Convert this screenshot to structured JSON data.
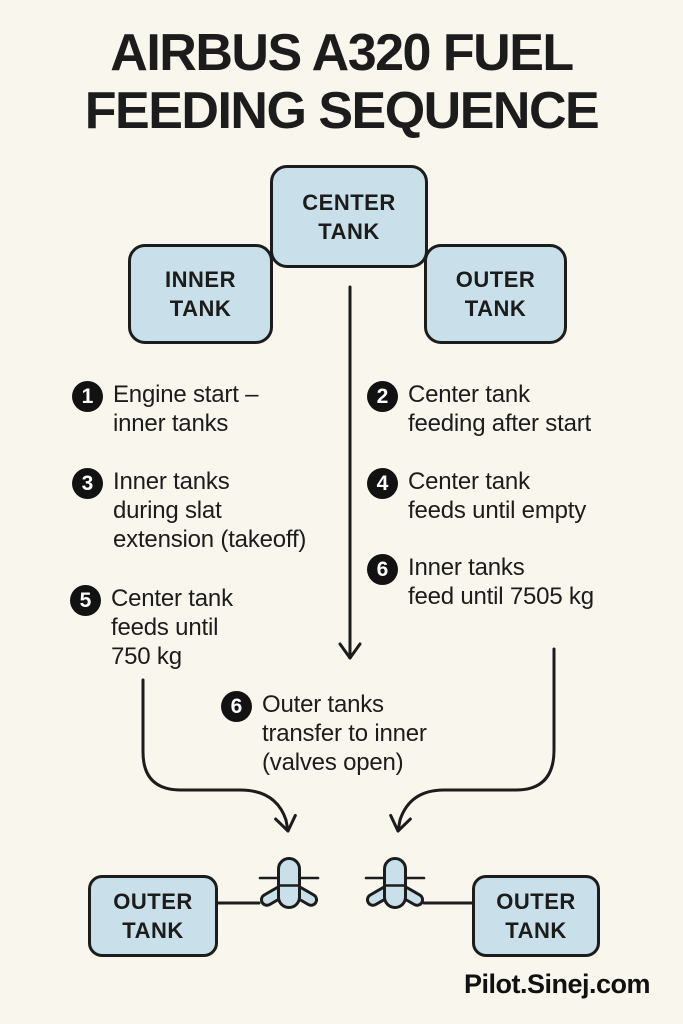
{
  "theme": {
    "bg": "#f9f6ee",
    "ink": "#1c1c1c",
    "tank_fill": "#c9e0ea",
    "badge_bg": "#121212",
    "badge_fg": "#ffffff"
  },
  "title": {
    "line1": "AIRBUS A320 FUEL",
    "line2": "FEEDING SEQUENCE"
  },
  "tanks": {
    "center": {
      "l1": "CENTER",
      "l2": "TANK"
    },
    "inner": {
      "l1": "INNER",
      "l2": "TANK"
    },
    "outer": {
      "l1": "OUTER",
      "l2": "TANK"
    },
    "bottom_left": {
      "l1": "OUTER",
      "l2": "TANK"
    },
    "bottom_right": {
      "l1": "OUTER",
      "l2": "TANK"
    }
  },
  "steps": [
    {
      "num": "1",
      "l1": "Engine start –",
      "l2": "inner tanks"
    },
    {
      "num": "2",
      "l1": "Center tank",
      "l2": "feeding after start"
    },
    {
      "num": "3",
      "l1": "Inner tanks",
      "l2": "during slat",
      "l3": "extension (takeoff)"
    },
    {
      "num": "4",
      "l1": "Center tank",
      "l2": "feeds until empty"
    },
    {
      "num": "5",
      "l1": "Center tank",
      "l2": "feeds until",
      "l3": "750 kg"
    },
    {
      "num": "6",
      "l1": "Inner tanks",
      "l2": "feed until 7505 kg"
    },
    {
      "num": "6",
      "l1": "Outer tanks",
      "l2": "transfer to inner",
      "l3": "(valves open)"
    }
  ],
  "icons": {
    "airplane_left": "airplane-front-icon",
    "airplane_right": "airplane-front-icon"
  },
  "watermark": "Pilot.Sinej.com"
}
